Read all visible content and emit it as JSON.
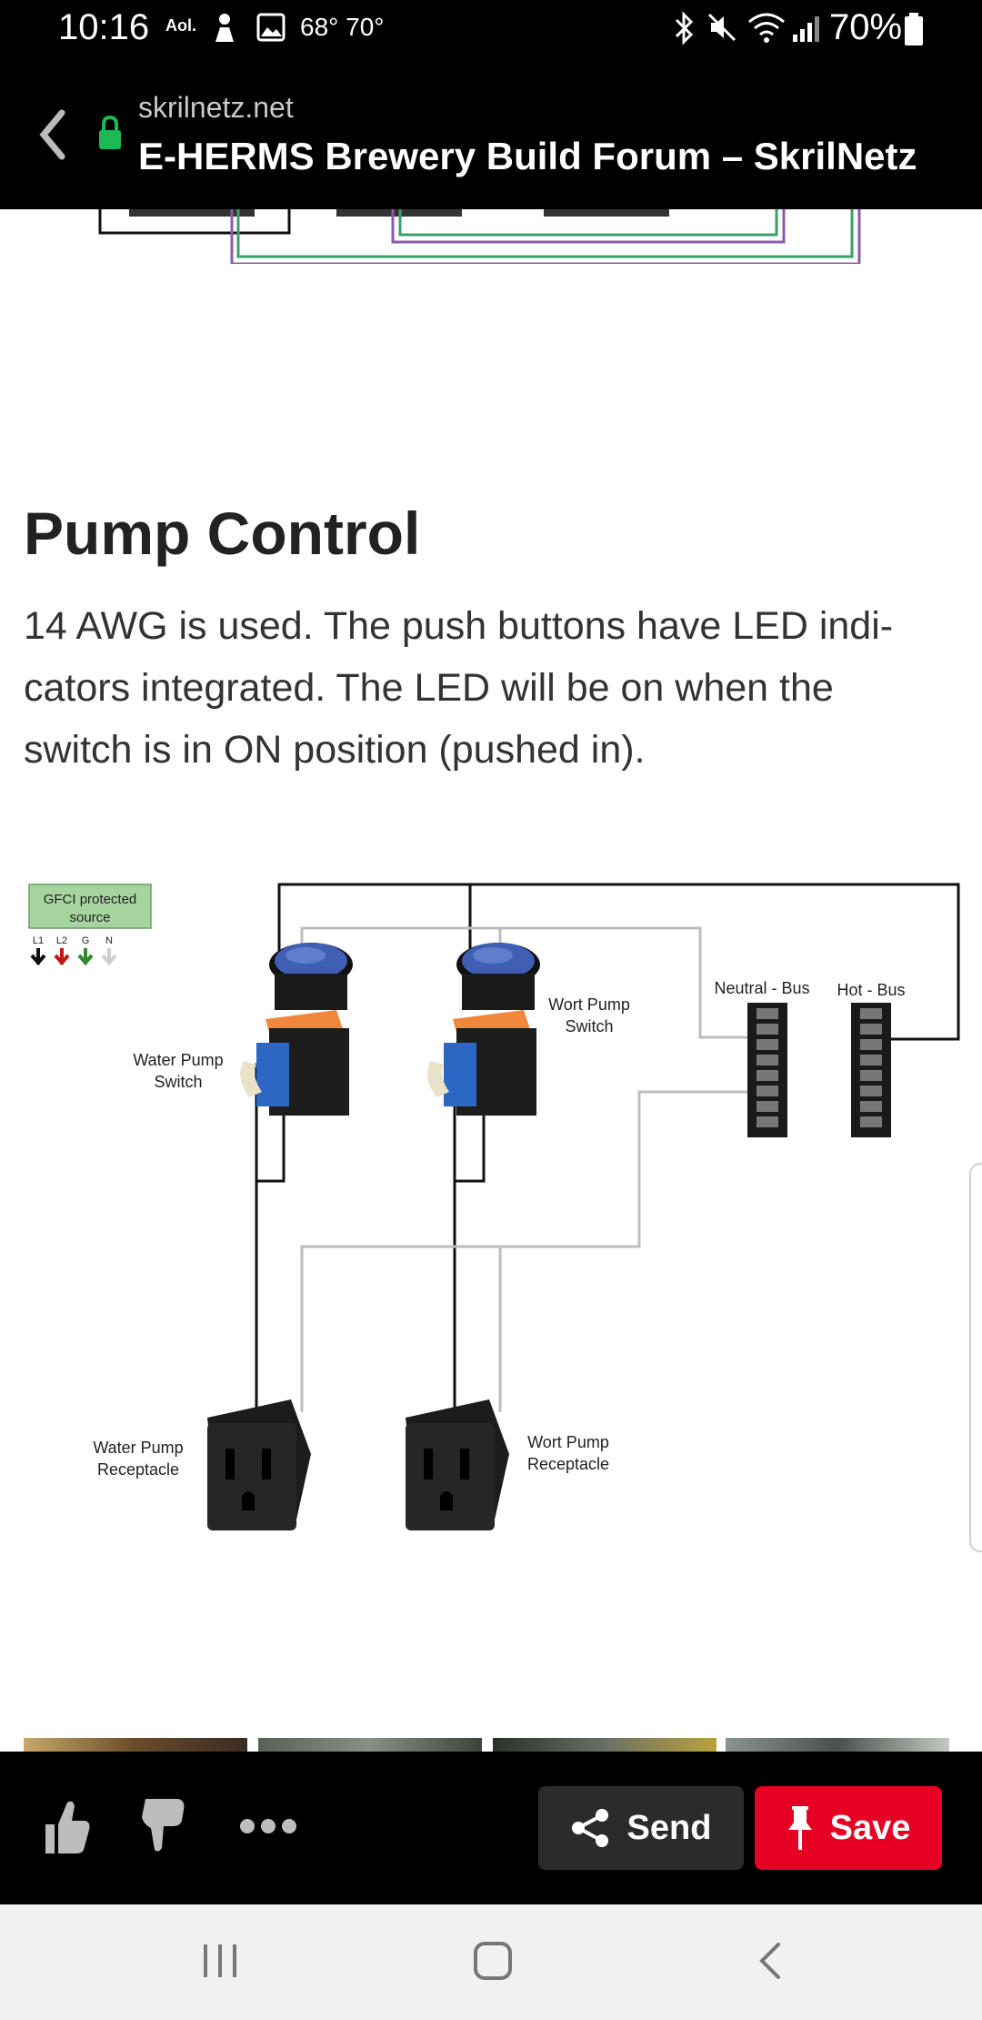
{
  "status_bar": {
    "time": "10:16",
    "aol": "Aol.",
    "temp_1": "68°",
    "temp_2": "70°",
    "battery": "70%",
    "icons": [
      "person-icon",
      "gallery-icon",
      "bluetooth-icon",
      "mute-icon",
      "wifi-icon",
      "signal-icon",
      "battery-icon"
    ]
  },
  "url_bar": {
    "domain": "skrilnetz.net",
    "title": "E-HERMS Brewery Build Forum – SkrilNetz",
    "icons": [
      "back-chevron-icon",
      "lock-icon"
    ]
  },
  "article": {
    "heading": "Pump Control",
    "paragraph": "14 AWG is used. The push buttons have LED indi-cators integrated. The LED will be on when the switch is in ON position (pushed in)."
  },
  "diagram": {
    "gfci_line1": "GFCI protected",
    "gfci_line2": "source",
    "terminals": [
      "L1",
      "L2",
      "G",
      "N"
    ],
    "water_switch_l1": "Water Pump",
    "water_switch_l2": "Switch",
    "wort_switch_l1": "Wort Pump",
    "wort_switch_l2": "Switch",
    "neutral_bus": "Neutral - Bus",
    "hot_bus": "Hot - Bus",
    "water_recep_l1": "Water Pump",
    "water_recep_l2": "Receptacle",
    "wort_recep_l1": "Wort Pump",
    "wort_recep_l2": "Receptacle"
  },
  "action_bar": {
    "send_label": "Send",
    "save_label": "Save",
    "icons": [
      "thumbs-up-icon",
      "thumbs-down-icon",
      "more-icon",
      "share-icon",
      "pin-icon"
    ]
  },
  "colors": {
    "save_red": "#e60023",
    "send_dark": "#2b2b2b",
    "secure_green": "#1db954",
    "gfci_green": "#a6d49f"
  },
  "nav_bar": {
    "icons": [
      "recents-icon",
      "home-icon",
      "back-icon"
    ]
  }
}
